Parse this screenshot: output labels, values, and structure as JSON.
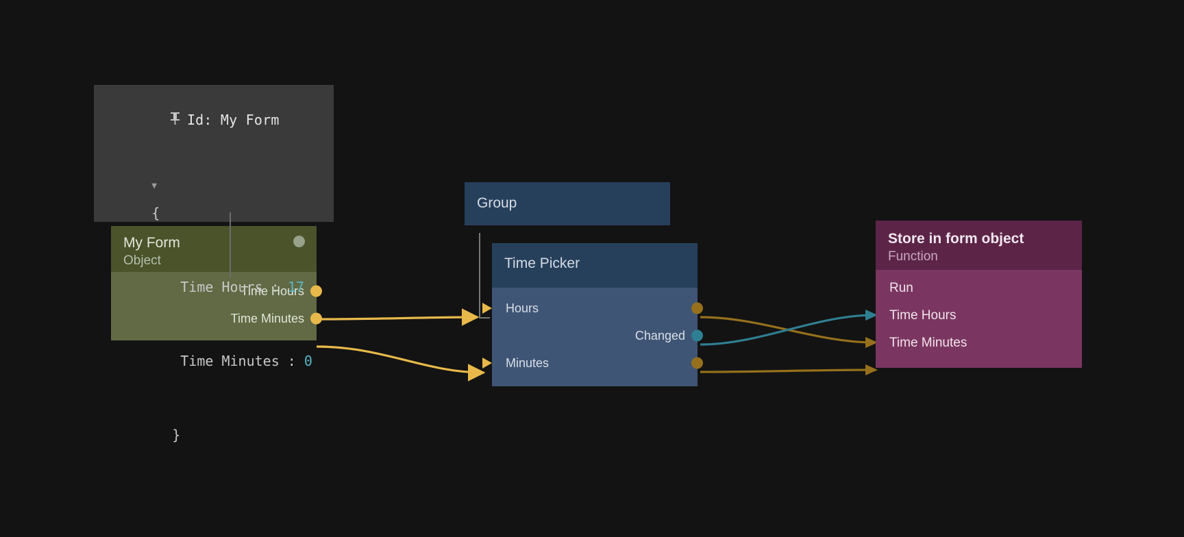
{
  "canvas": {
    "background": "#131313"
  },
  "inspector": {
    "pin_icon": "pin-icon",
    "title": "Id: My Form",
    "expand_icon": "caret-down-icon",
    "open_brace": "{",
    "close_brace": "}",
    "entries": [
      {
        "key": "Time Hours",
        "separator": ":",
        "value": "17"
      },
      {
        "key": "Time Minutes",
        "separator": ":",
        "value": "0"
      }
    ],
    "value_color": "#5ab7c4"
  },
  "nodes": {
    "my_form": {
      "title": "My Form",
      "subtitle": "Object",
      "status_dot": "status-dot-icon",
      "header_color": "#4a5329",
      "body_color": "#616a45",
      "outputs": [
        {
          "label": "Time Hours",
          "port_color": "#e8b94a"
        },
        {
          "label": "Time Minutes",
          "port_color": "#e8b94a"
        }
      ]
    },
    "group": {
      "title": "Group",
      "header_color": "#26405c"
    },
    "time_picker": {
      "title": "Time Picker",
      "header_color": "#26405c",
      "body_color": "#3f5575",
      "inputs": [
        {
          "label": "Hours",
          "arrow_color": "#e8b94a"
        },
        {
          "label": "Minutes",
          "arrow_color": "#e8b94a"
        }
      ],
      "outputs": [
        {
          "label": "",
          "port_color": "#96701c"
        },
        {
          "label": "Changed",
          "port_color": "#2f7f92"
        },
        {
          "label": "",
          "port_color": "#96701c"
        }
      ]
    },
    "store_in_form_object": {
      "title": "Store in form object",
      "subtitle": "Function",
      "header_color": "#5c2548",
      "body_color": "#7a3660",
      "inputs": [
        {
          "label": "Run",
          "arrow_color": "#2f7f92"
        },
        {
          "label": "Time Hours",
          "arrow_color": "#96701c"
        },
        {
          "label": "Time Minutes",
          "arrow_color": "#96701c"
        }
      ]
    }
  },
  "connections": [
    {
      "from": "my_form.Time Hours",
      "to": "time_picker.Hours",
      "color": "#e8b94a"
    },
    {
      "from": "my_form.Time Minutes",
      "to": "time_picker.Minutes",
      "color": "#e8b94a"
    },
    {
      "from": "time_picker.out0",
      "to": "store.Time Hours",
      "color": "#96701c"
    },
    {
      "from": "time_picker.Changed",
      "to": "store.Run",
      "color": "#2f7f92"
    },
    {
      "from": "time_picker.out2",
      "to": "store.Time Minutes",
      "color": "#96701c"
    }
  ]
}
